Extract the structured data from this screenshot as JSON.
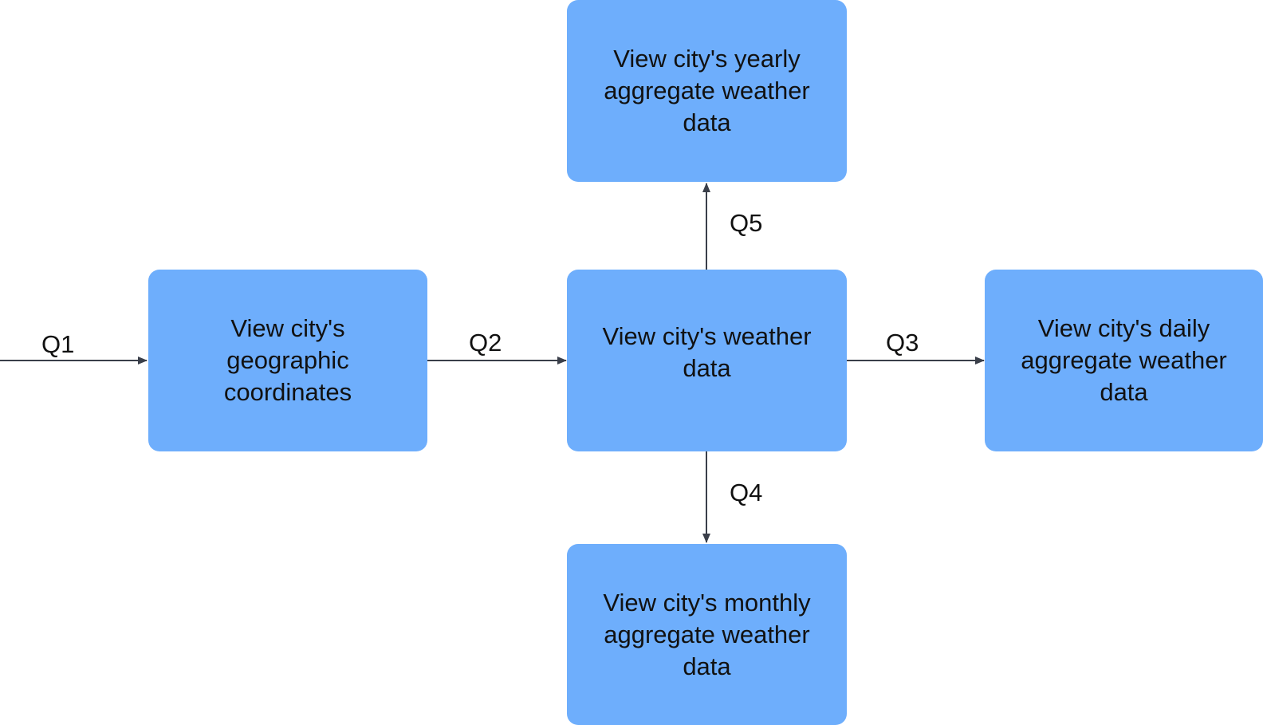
{
  "diagram": {
    "nodes": {
      "coords": {
        "text": "View city's\ngeographic\ncoordinates"
      },
      "weather": {
        "text": "View city's weather\ndata"
      },
      "yearly": {
        "text": "View city's yearly\naggregate weather\ndata"
      },
      "daily": {
        "text": "View city's daily\naggregate weather\ndata"
      },
      "monthly": {
        "text": "View city's monthly\naggregate weather\ndata"
      }
    },
    "edges": {
      "q1": {
        "label": "Q1"
      },
      "q2": {
        "label": "Q2"
      },
      "q3": {
        "label": "Q3"
      },
      "q4": {
        "label": "Q4"
      },
      "q5": {
        "label": "Q5"
      }
    },
    "colors": {
      "node_fill": "#6eaefc",
      "edge_stroke": "#3a3f4a",
      "text": "#111111"
    }
  }
}
